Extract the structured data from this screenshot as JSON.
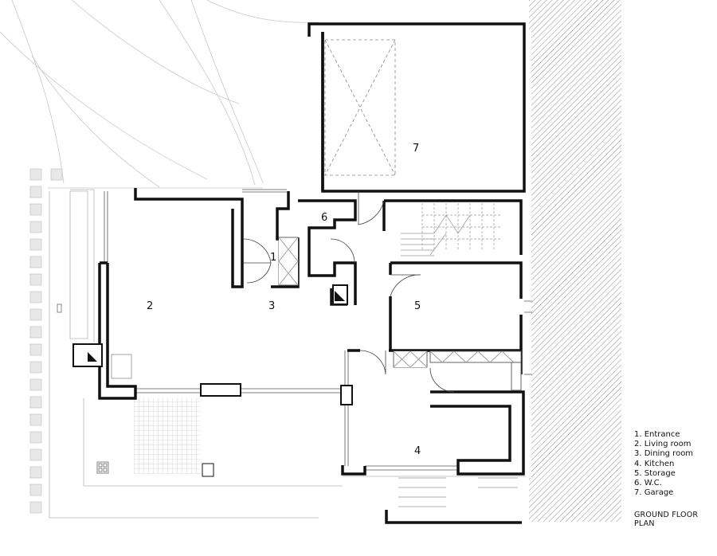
{
  "rooms": [
    {
      "id": "entrance",
      "label": "1"
    },
    {
      "id": "living-room",
      "label": "2"
    },
    {
      "id": "dining-room",
      "label": "3"
    },
    {
      "id": "kitchen",
      "label": "4"
    },
    {
      "id": "storage",
      "label": "5"
    },
    {
      "id": "wc",
      "label": "6"
    },
    {
      "id": "garage",
      "label": "7"
    }
  ],
  "legend": [
    "1. Entrance",
    "2. Living room",
    "3. Dining room",
    "4. Kitchen",
    "5. Storage",
    "6. W.C.",
    "7. Garage"
  ],
  "plan_title": "GROUND FLOOR PLAN"
}
